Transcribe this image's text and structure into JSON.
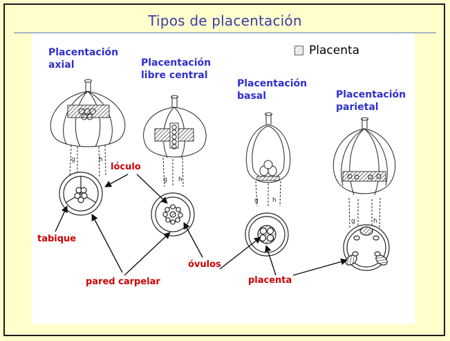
{
  "title": "Tipos de placentación",
  "legend": {
    "label": "Placenta",
    "icon": "hatched-square-icon"
  },
  "types": [
    {
      "line1": "Placentación",
      "line2": "axial"
    },
    {
      "line1": "Placentación",
      "line2": "libre central"
    },
    {
      "line1": "Placentación",
      "line2": "basal"
    },
    {
      "line1": "Placentación",
      "line2": "parietal"
    }
  ],
  "labels": {
    "loculo": "lóculo",
    "tabique": "tabique",
    "pared": "pared carpelar",
    "ovulos": "óvulos",
    "placenta": "placenta"
  },
  "figure_letters": {
    "g": "g",
    "h": "h"
  },
  "colors": {
    "background": "#ffffcc",
    "title": "#3a3aaa",
    "heading": "#2f2fcc",
    "label": "#cc0000"
  }
}
